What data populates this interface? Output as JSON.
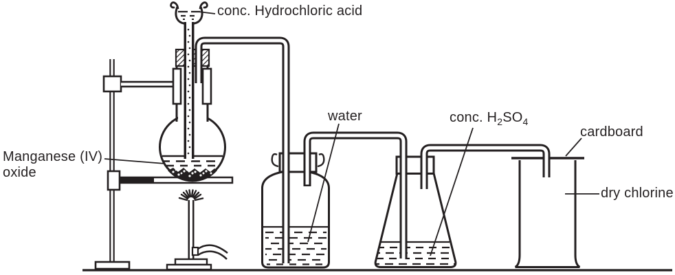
{
  "diagram": {
    "labels": {
      "hydrochloric_acid": "conc. Hydrochloric acid",
      "manganese_oxide": {
        "line1": "Manganese (IV)",
        "line2": "oxide"
      },
      "water": "water",
      "h2so4": {
        "pre": "conc. H",
        "sub1": "2",
        "mid": "SO",
        "sub2": "4"
      },
      "cardboard": "cardboard",
      "dry_chlorine": "dry chlorine"
    },
    "colors": {
      "line": "#231f20",
      "background": "#ffffff"
    }
  }
}
